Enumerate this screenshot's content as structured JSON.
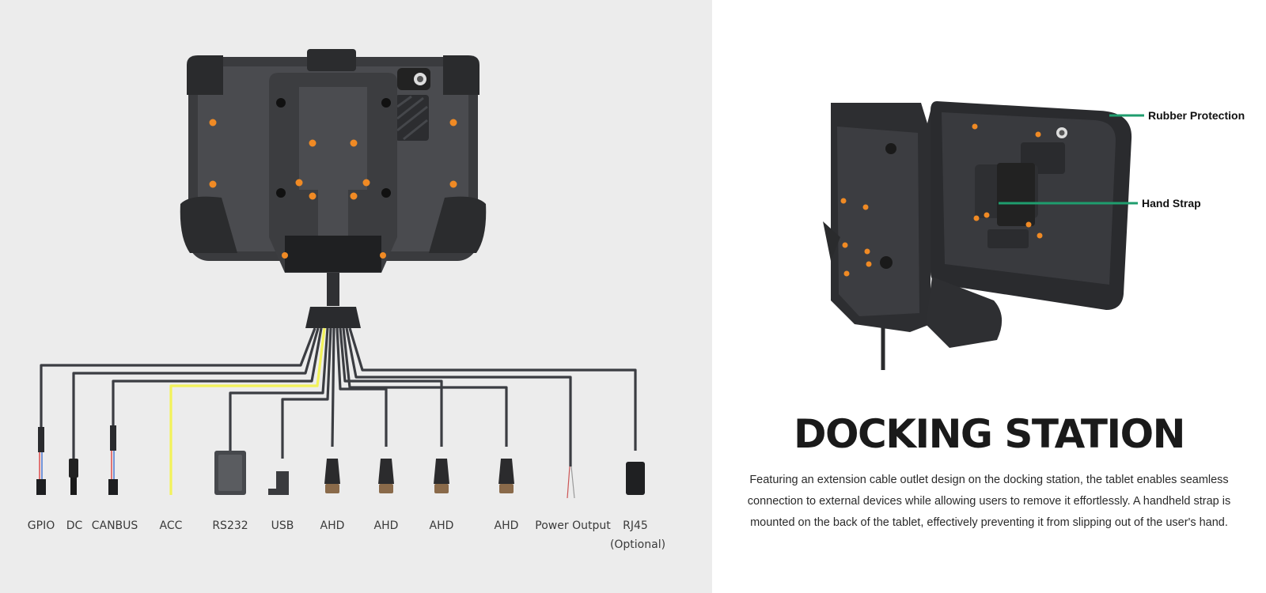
{
  "ports": [
    {
      "label": "GPIO"
    },
    {
      "label": "DC"
    },
    {
      "label": "CANBUS"
    },
    {
      "label": "ACC"
    },
    {
      "label": "RS232"
    },
    {
      "label": "USB"
    },
    {
      "label": "AHD"
    },
    {
      "label": "AHD"
    },
    {
      "label": "AHD"
    },
    {
      "label": "AHD"
    },
    {
      "label": "Power Output"
    },
    {
      "label": "RJ45",
      "note": "(Optional)"
    }
  ],
  "callouts": {
    "rubber": "Rubber Protection",
    "strap": "Hand Strap"
  },
  "title": "DOCKING STATION",
  "description": "Featuring an extension cable outlet design on the docking station, the tablet enables seamless connection to external devices while allowing users to remove it effortlessly.  A handheld strap is mounted on the back of the tablet, effectively preventing it from slipping out of the user's hand.",
  "colors": {
    "left_bg": "#ececec",
    "cable": "#3b3d42",
    "acc_cable": "#f2f25a",
    "accent_orange": "#f08a24",
    "callout_line": "#1f9d6e"
  }
}
